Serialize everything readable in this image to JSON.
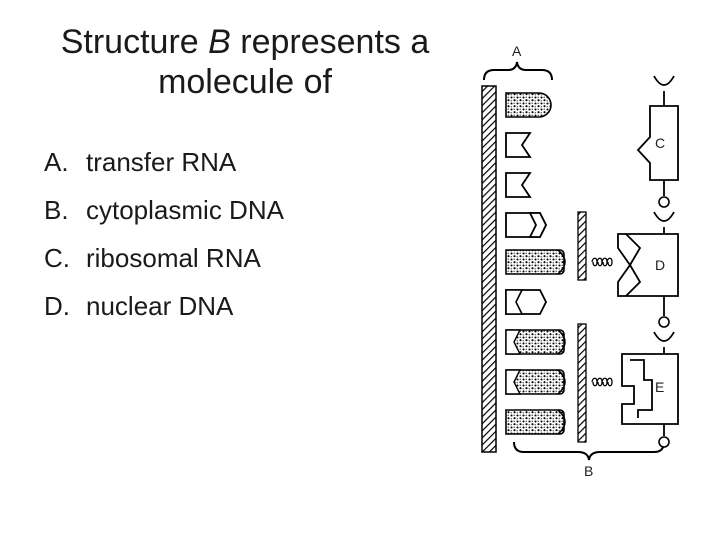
{
  "question": {
    "title_before": "Structure ",
    "title_italic": "B",
    "title_line1_after": " represents a",
    "title_line2": "molecule of"
  },
  "options": [
    {
      "letter": "A.",
      "text": "transfer RNA"
    },
    {
      "letter": "B.",
      "text": "cytoplasmic DNA"
    },
    {
      "letter": "C.",
      "text": "ribosomal RNA"
    },
    {
      "letter": "D.",
      "text": "nuclear DNA"
    }
  ],
  "diagram": {
    "labels": {
      "a": "A",
      "b": "B",
      "c": "C",
      "d": "D",
      "e": "E"
    }
  }
}
